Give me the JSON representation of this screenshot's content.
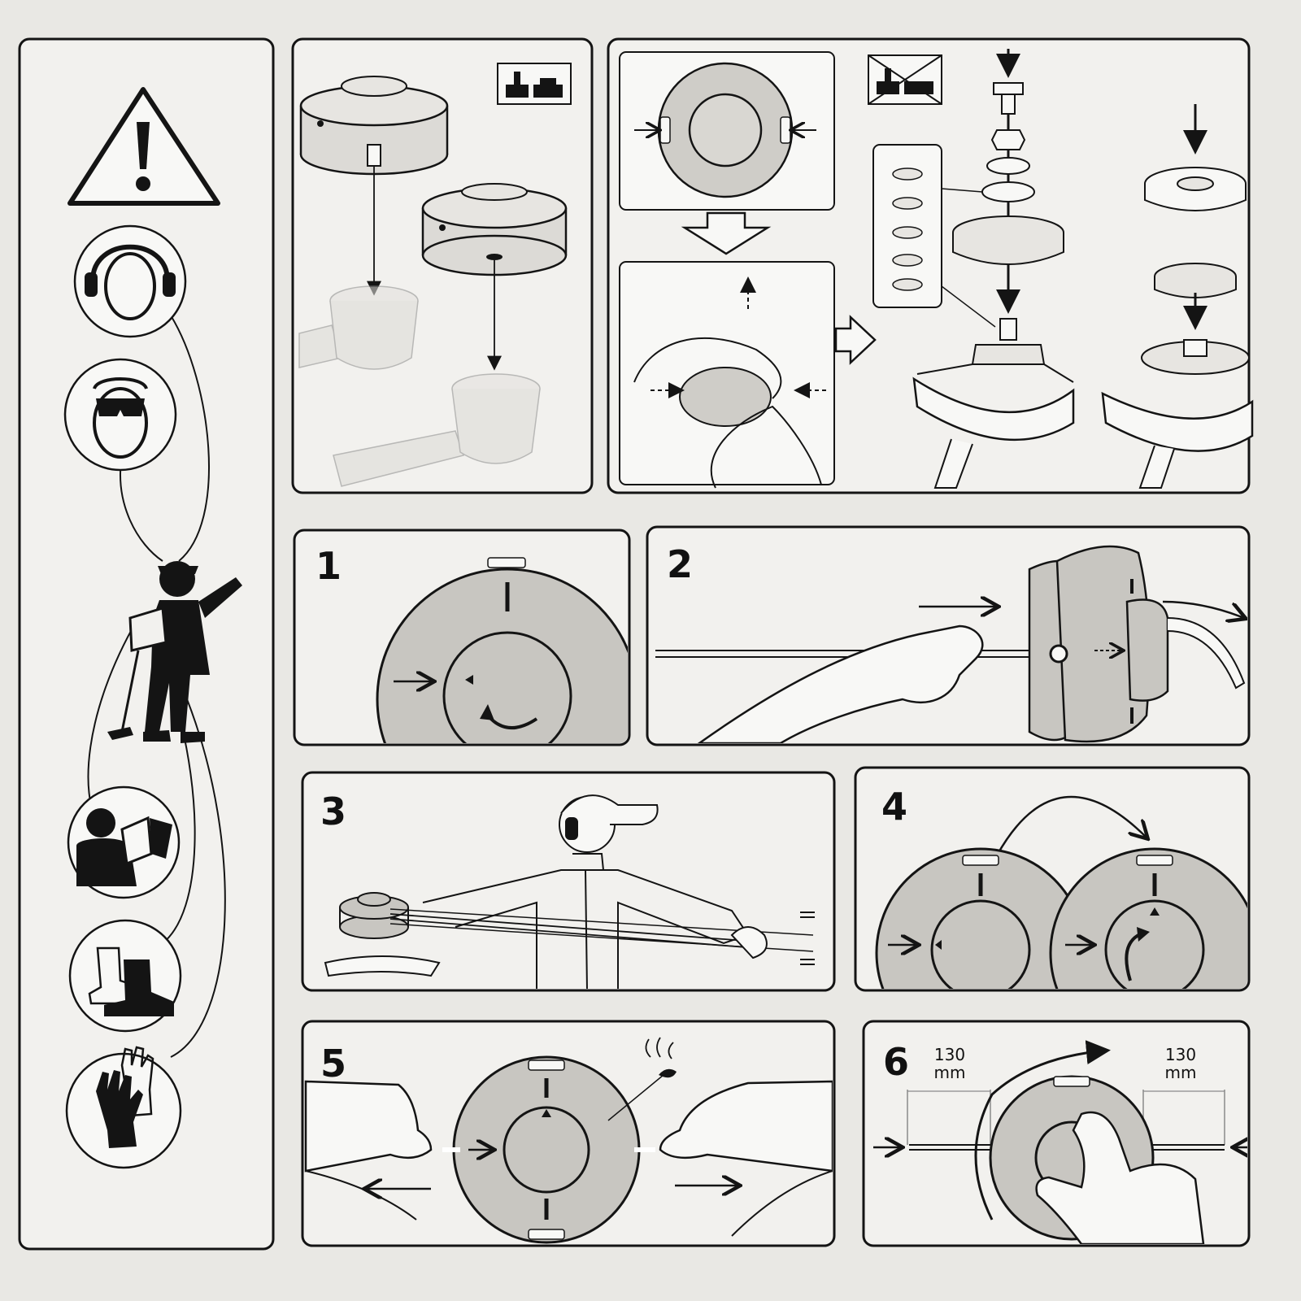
{
  "steps": {
    "s1": "1",
    "s2": "2",
    "s3": "3",
    "s4": "4",
    "s5": "5",
    "s6": "6"
  },
  "measure": {
    "left_value": "130",
    "left_unit": "mm",
    "right_value": "130",
    "right_unit": "mm"
  },
  "colors": {
    "page": "#e9e8e4",
    "panel": "#f2f1ee",
    "disc": "#c8c6c1",
    "ink": "#141414"
  },
  "icons": [
    "warning-icon",
    "ear-protection-icon",
    "eye-protection-icon",
    "operator-icon",
    "read-manual-icon",
    "boots-icon",
    "gloves-icon",
    "tool-compat-icon",
    "tool-not-compat-icon"
  ]
}
